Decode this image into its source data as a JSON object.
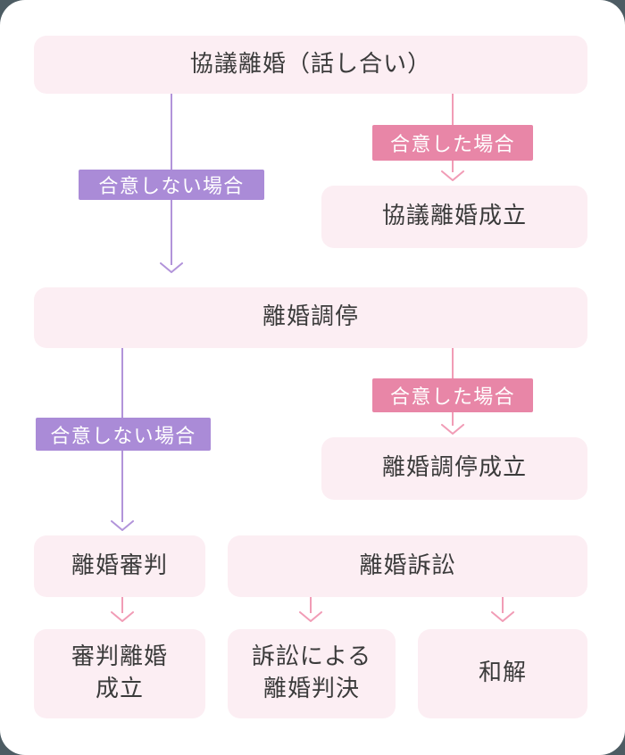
{
  "flowchart": {
    "nodes": {
      "kyogi_rikon": {
        "label": "協議離婚（話し合い）"
      },
      "kyogi_seiritsu": {
        "label": "協議離婚成立"
      },
      "rikon_chotei": {
        "label": "離婚調停"
      },
      "chotei_seiritsu": {
        "label": "離婚調停成立"
      },
      "rikon_shimpan": {
        "label": "離婚審判"
      },
      "rikon_sosho": {
        "label": "離婚訴訟"
      },
      "shimpan_seiritsu": {
        "label_line1": "審判離婚",
        "label_line2": "成立"
      },
      "sosho_hanketsu": {
        "label_line1": "訴訟による",
        "label_line2": "離婚判決"
      },
      "wakai": {
        "label": "和解"
      }
    },
    "edge_labels": {
      "agreed": "合意した場合",
      "not_agreed": "合意しない場合"
    },
    "colors": {
      "page_bg": "#4d5c63",
      "card_bg": "#ffffff",
      "node_bg": "#fceef3",
      "node_text": "#3b3b3b",
      "agreed_chip_bg": "#e886a7",
      "not_agreed_chip_bg": "#aa8bd7",
      "pink_connector": "#f19cb6",
      "purple_connector": "#b294da"
    }
  }
}
